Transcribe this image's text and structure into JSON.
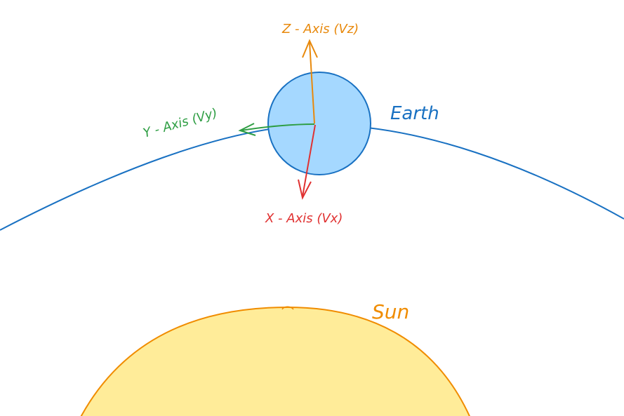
{
  "labels": {
    "z_axis": "Z - Axis (Vz)",
    "y_axis": "Y - Axis (Vy)",
    "x_axis": "X - Axis (Vx)",
    "earth": "Earth",
    "sun": "Sun"
  },
  "colors": {
    "z_axis": "#e8890c",
    "y_axis": "#2f9e44",
    "x_axis": "#e03131",
    "earth_stroke": "#1971c2",
    "earth_fill": "#a5d8ff",
    "orbit": "#1971c2",
    "sun_stroke": "#f08c00",
    "sun_fill": "#ffec99"
  }
}
